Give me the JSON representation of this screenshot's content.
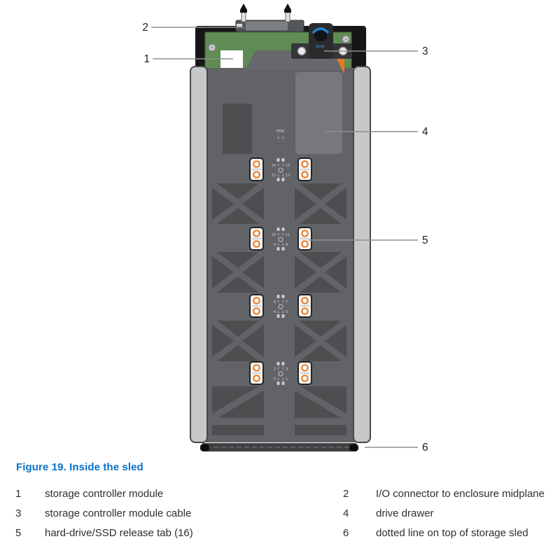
{
  "figure_caption": "Figure 19. Inside the sled",
  "legend": [
    {
      "num": "1",
      "label": "storage controller module"
    },
    {
      "num": "2",
      "label": "I/O connector to enclosure midplane"
    },
    {
      "num": "3",
      "label": "storage controller module cable"
    },
    {
      "num": "4",
      "label": "drive drawer"
    },
    {
      "num": "5",
      "label": "hard-drive/SSD release tab (16)"
    },
    {
      "num": "6",
      "label": "dotted line on top of storage sled"
    }
  ],
  "diagram": {
    "callouts": [
      "1",
      "2",
      "3",
      "4",
      "5",
      "6"
    ],
    "scm_label": "SCM",
    "perc_label": "PERC",
    "glyphs": {
      "up_arrows": "↑ ↑",
      "down_arrows": "↓ ↓"
    },
    "drive_rows": [
      {
        "tl": "14",
        "tr": "15",
        "bl": "12",
        "br": "13"
      },
      {
        "tl": "10",
        "tr": "11",
        "bl": "8",
        "br": "9"
      },
      {
        "tl": "6",
        "tr": "7",
        "bl": "4",
        "br": "5"
      },
      {
        "tl": "2",
        "tr": "3",
        "bl": "0",
        "br": "1"
      }
    ],
    "colors": {
      "pcb_green": "#5e8c54",
      "cable_blue": "#1e82cf",
      "scm_text_blue": "#2f80c2",
      "warning_orange": "#e87722",
      "tab_ring_orange": "#e8812c",
      "caption_blue": "#0672cb",
      "body_gray": "#616366",
      "panel_dark_gray": "#4d4e50",
      "drawer_gray": "#77787b",
      "rail_gray": "#c7c8ca"
    }
  }
}
